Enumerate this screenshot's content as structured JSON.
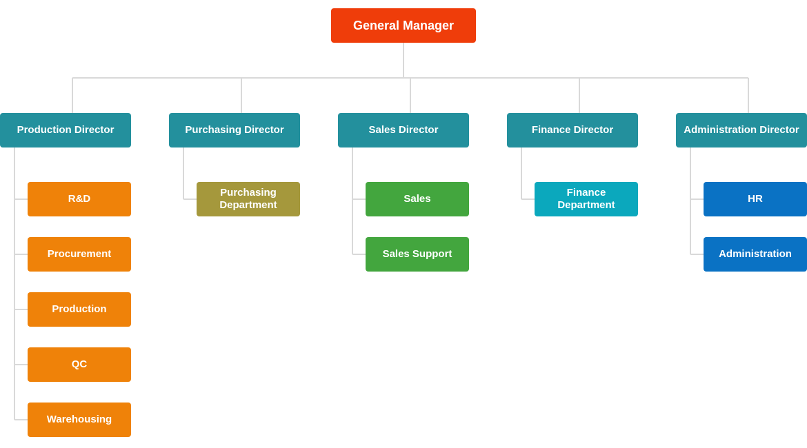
{
  "org_chart": {
    "root": {
      "label": "General Manager",
      "color": "#ef3d0a"
    },
    "director_color": "#23909d",
    "connector_color": "#d9d9d9",
    "directors": [
      {
        "label": "Production Director",
        "dept_color": "#ef8209",
        "departments": [
          "R&D",
          "Procurement",
          "Production",
          "QC",
          "Warehousing"
        ]
      },
      {
        "label": "Purchasing Director",
        "dept_color": "#a5983c",
        "departments": [
          "Purchasing Department"
        ]
      },
      {
        "label": "Sales Director",
        "dept_color": "#43a63e",
        "departments": [
          "Sales",
          "Sales Support"
        ]
      },
      {
        "label": "Finance Director",
        "dept_color": "#0ba8bd",
        "departments": [
          "Finance Department"
        ]
      },
      {
        "label": "Administration Director",
        "dept_color": "#0a72c4",
        "departments": [
          "HR",
          "Administration"
        ]
      }
    ]
  }
}
